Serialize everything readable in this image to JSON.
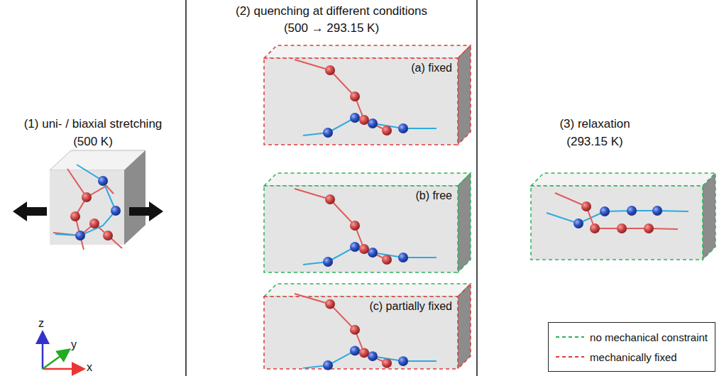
{
  "diagram": {
    "nodes": [
      {
        "text": [
          "(a) fixed"
        ]
      },
      {
        "text": [
          "(b) free"
        ]
      },
      {
        "text": [
          "(c) partially fixed"
        ]
      }
    ],
    "labels": [
      "(1) uni- / biaxial stretching",
      "(500 K)",
      "(2) quenching at different conditions",
      "(500 → 293.15 K)",
      "(3) relaxation",
      "(293.15 K)",
      "z",
      "y",
      "x"
    ],
    "legend": [
      {
        "text": "no mechanical constraint"
      },
      {
        "text": "mechanically fixed"
      }
    ]
  }
}
